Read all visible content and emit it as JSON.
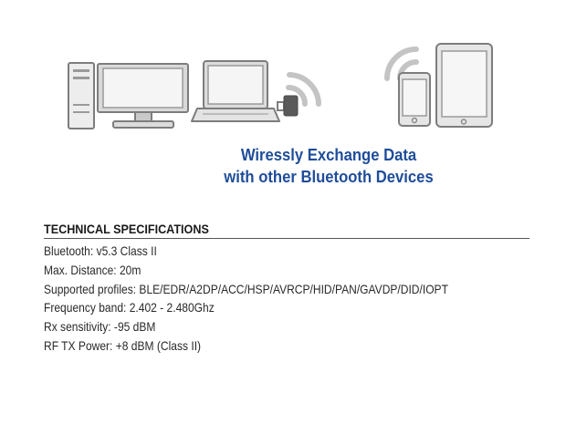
{
  "headline": {
    "line1": "Wiressly Exchange Data",
    "line2": "with other Bluetooth Devices"
  },
  "specs": {
    "title": "TECHNICAL SPECIFICATIONS",
    "lines": [
      "Bluetooth: v5.3 Class II",
      "Max. Distance: 20m",
      "Supported profiles: BLE/EDR/A2DP/ACC/HSP/AVRCP/HID/PAN/GAVDP/DID/IOPT",
      "Frequency band: 2.402 - 2.480Ghz",
      "Rx sensitivity: -95 dBM",
      "RF TX Power: +8 dBM (Class II)"
    ]
  },
  "colors": {
    "headline": "#1f4d9a",
    "device_fill": "#e6e6e6",
    "device_stroke": "#7a7a7a",
    "wave": "#c4c4c4"
  },
  "icons": [
    "desktop-tower-icon",
    "monitor-icon",
    "laptop-icon",
    "usb-dongle-icon",
    "signal-waves-icon",
    "smartphone-icon",
    "tablet-icon"
  ]
}
